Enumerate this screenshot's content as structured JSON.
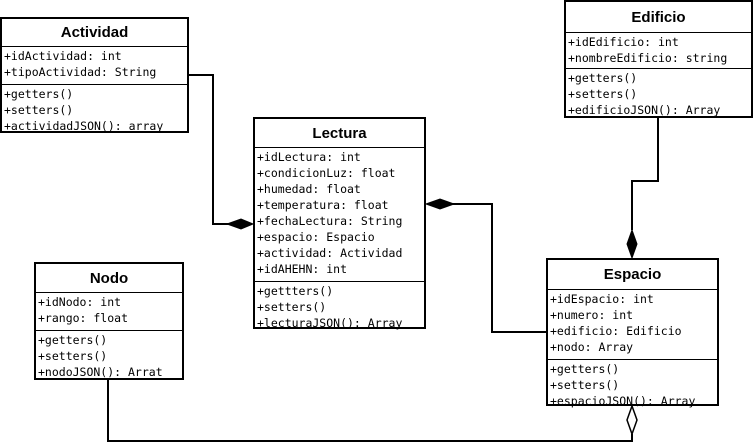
{
  "classes": {
    "actividad": {
      "name": "Actividad",
      "attributes": [
        "+idActividad: int",
        "+tipoActividad: String"
      ],
      "methods": [
        "+getters()",
        "+setters()",
        "+actividadJSON(): array"
      ]
    },
    "edificio": {
      "name": "Edificio",
      "attributes": [
        "+idEdificio: int",
        "+nombreEdificio: string"
      ],
      "methods": [
        "+getters()",
        "+setters()",
        "+edificioJSON(): Array"
      ]
    },
    "lectura": {
      "name": "Lectura",
      "attributes": [
        "+idLectura: int",
        "+condicionLuz: float",
        "+humedad: float",
        "+temperatura: float",
        "+fechaLectura: String",
        "+espacio: Espacio",
        "+actividad: Actividad",
        "+idAHEHN: int"
      ],
      "methods": [
        "+gettters()",
        "+setters()",
        "+lecturaJSON(): Array"
      ]
    },
    "nodo": {
      "name": "Nodo",
      "attributes": [
        "+idNodo: int",
        "+rango: float"
      ],
      "methods": [
        "+getters()",
        "+setters()",
        "+nodoJSON(): Arrat"
      ]
    },
    "espacio": {
      "name": "Espacio",
      "attributes": [
        "+idEspacio: int",
        "+numero: int",
        "+edificio: Edificio",
        "+nodo: Array"
      ],
      "methods": [
        "+getters()",
        "+setters()",
        "+espacioJSON(): Array"
      ]
    }
  },
  "relationships": [
    {
      "from": "actividad",
      "to": "lectura",
      "kind": "composition",
      "diamond_at": "lectura"
    },
    {
      "from": "espacio",
      "to": "lectura",
      "kind": "composition",
      "diamond_at": "lectura"
    },
    {
      "from": "edificio",
      "to": "espacio",
      "kind": "composition",
      "diamond_at": "espacio"
    },
    {
      "from": "nodo",
      "to": "espacio",
      "kind": "aggregation",
      "diamond_at": "espacio"
    }
  ],
  "colors": {
    "line": "#000000",
    "background": "#ffffff"
  }
}
